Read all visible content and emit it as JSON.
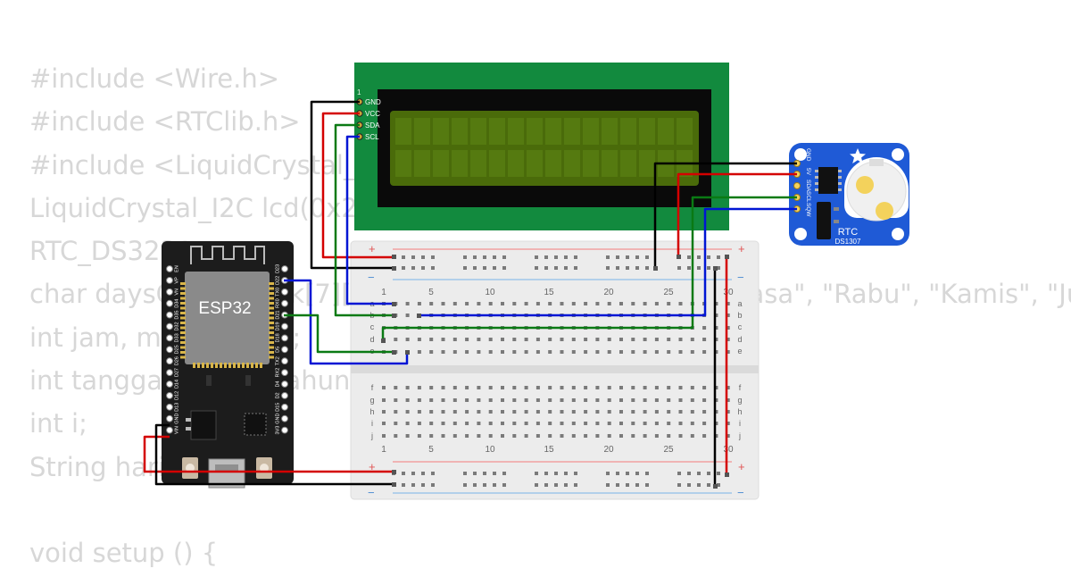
{
  "code_lines": [
    "#include <Wire.h>",
    "#include <RTClib.h>",
    "#include <LiquidCrystal_",
    "LiquidCrystal_I2C lcd(0x2",
    "RTC_DS3231 rtc;",
    "char daysOfTheWeek[7][12] = {\"Minggu\", \"Senin\", \"Selasa\", \"Rabu\", \"Kamis\", \"Ju",
    "int jam, menit, detik;",
    "int tanggal, bulan, tahun;",
    "int i;",
    "String hari;",
    "",
    "void setup () {"
  ],
  "lcd": {
    "pin_header": "1",
    "pins": [
      "GND",
      "VCC",
      "SDA",
      "SCL"
    ]
  },
  "esp32": {
    "label": "ESP32",
    "left_pins": [
      "EN",
      "VP",
      "VN",
      "D34",
      "D35",
      "D32",
      "D33",
      "D25",
      "D26",
      "D27",
      "D14",
      "D12",
      "D13",
      "GND",
      "VIN"
    ],
    "right_pins": [
      "D23",
      "D22",
      "TX0",
      "RX0",
      "D21",
      "D19",
      "D18",
      "D5",
      "TX2",
      "RX2",
      "D4",
      "D2",
      "D15",
      "GND",
      "3V3"
    ]
  },
  "rtc": {
    "label": "RTC",
    "model": "DS1307",
    "pins": [
      "GND",
      "5V",
      "SDA",
      "SCL",
      "SQW"
    ]
  },
  "breadboard": {
    "column_numbers": [
      "1",
      "5",
      "10",
      "15",
      "20",
      "25",
      "30"
    ],
    "rows_top": [
      "a",
      "b",
      "c",
      "d",
      "e"
    ],
    "rows_bottom": [
      "f",
      "g",
      "h",
      "i",
      "j"
    ],
    "rail_plus": "+",
    "rail_minus": "−"
  },
  "wire_colors": {
    "gnd": "#000000",
    "vcc": "#d40000",
    "sda": "#0a7a14",
    "scl": "#0015d4"
  }
}
